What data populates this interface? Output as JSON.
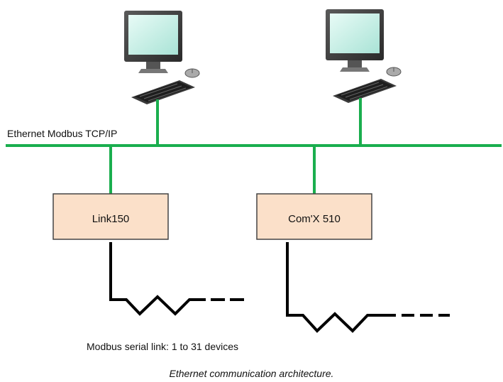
{
  "network": {
    "label": "Ethernet Modbus TCP/IP"
  },
  "gateways": [
    {
      "label": "Link150"
    },
    {
      "label": "Com'X 510"
    }
  ],
  "serial_link": {
    "label": "Modbus serial link: 1 to 31 devices"
  },
  "caption": "Ethernet communication architecture.",
  "colors": {
    "ethernet": "#1aae4e",
    "gateway_fill": "#fbe0c9",
    "gateway_border": "#444444",
    "serial_line": "#000000",
    "monitor_screen": "#c8f0e8"
  }
}
